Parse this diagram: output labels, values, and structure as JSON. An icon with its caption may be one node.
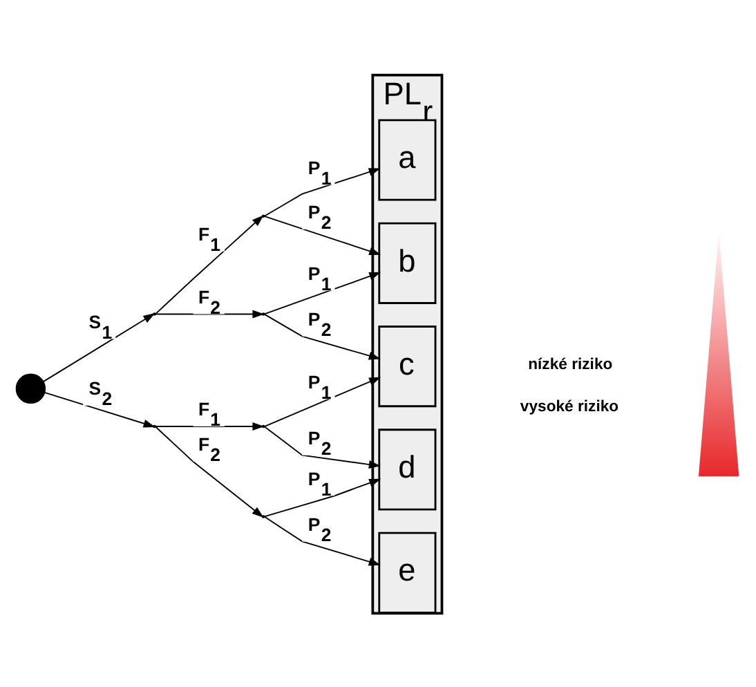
{
  "diagram": {
    "nodes": [
      {
        "text": [],
        "shape": "circle"
      },
      {
        "text": [],
        "shape": "point"
      },
      {
        "text": [],
        "shape": "point"
      },
      {
        "text": [],
        "shape": "point"
      },
      {
        "text": [],
        "shape": "point"
      },
      {
        "text": [],
        "shape": "point"
      },
      {
        "text": [],
        "shape": "point"
      },
      {
        "text": [
          "PL$_{r}$"
        ]
      },
      {
        "text": [
          "a"
        ],
        "in": 7
      },
      {
        "text": [
          "b"
        ],
        "in": 7
      },
      {
        "text": [
          "c"
        ],
        "in": 7
      },
      {
        "text": [
          "d"
        ],
        "in": 7
      },
      {
        "text": [
          "e"
        ],
        "in": 7
      },
      {
        "text": [],
        "shape": "triangle"
      }
    ],
    "edges": [
      {
        "from": 0,
        "to": 1,
        "arrow": "to",
        "label": "S$_{1}$"
      },
      {
        "from": 0,
        "to": 2,
        "arrow": "to",
        "label": "S$_{2}$"
      },
      {
        "from": 1,
        "to": 3,
        "arrow": "to",
        "label": "F$_{1}$"
      },
      {
        "from": 1,
        "to": 4,
        "arrow": "to",
        "label": "F$_{2}$"
      },
      {
        "from": 2,
        "to": 5,
        "arrow": "to",
        "label": "F$_{1}$"
      },
      {
        "from": 2,
        "to": 6,
        "arrow": "to",
        "label": "F$_{2}$"
      },
      {
        "from": 3,
        "to": 8,
        "arrow": "to",
        "label": "P$_{1}$"
      },
      {
        "from": 3,
        "to": 9,
        "arrow": "to",
        "label": "P$_{2}$"
      },
      {
        "from": 4,
        "to": 9,
        "arrow": "to",
        "label": "P$_{1}$"
      },
      {
        "from": 4,
        "to": 10,
        "arrow": "to",
        "label": "P$_{2}$"
      },
      {
        "from": 5,
        "to": 10,
        "arrow": "to",
        "label": "P$_{1}$"
      },
      {
        "from": 5,
        "to": 11,
        "arrow": "to",
        "label": "P$_{2}$"
      },
      {
        "from": 6,
        "to": 11,
        "arrow": "to",
        "label": "P$_{1}$"
      },
      {
        "from": 6,
        "to": 12,
        "arrow": "to",
        "label": "P$_{2}$"
      }
    ],
    "labels": [
      "nízké riziko",
      "vysoké riziko"
    ]
  }
}
